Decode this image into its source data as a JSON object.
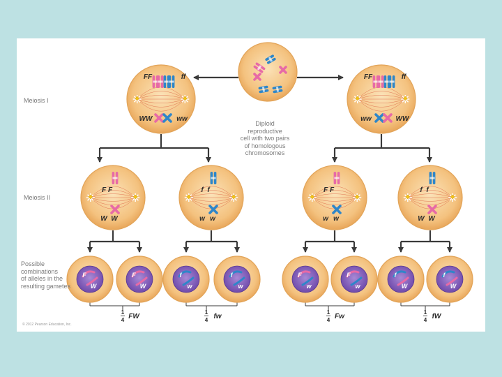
{
  "stage_labels": {
    "meiosis1": "Meiosis I",
    "meiosis2": "Meiosis II",
    "gametes": "Possible\ncombinations\nof alleles in the\nresulting gametes"
  },
  "parent_caption": "Diploid reproductive\ncell with two pairs\nof homologous\nchromosomes",
  "copyright": "© 2012 Pearson Education, Inc.",
  "meiosis1_left": {
    "top_left": "FF",
    "top_right": "ff",
    "bottom_left": "WW",
    "bottom_right": "ww"
  },
  "meiosis1_right": {
    "top_left": "FF",
    "top_right": "ff",
    "bottom_left": "ww",
    "bottom_right": "WW"
  },
  "meiosis2_cells": [
    {
      "top_left": "F",
      "top_right": "F",
      "bottom_left": "W",
      "bottom_right": "W"
    },
    {
      "top_left": "f",
      "top_right": "f",
      "bottom_left": "w",
      "bottom_right": "w"
    },
    {
      "top_left": "F",
      "top_right": "F",
      "bottom_left": "w",
      "bottom_right": "w"
    },
    {
      "top_left": "f",
      "top_right": "f",
      "bottom_left": "W",
      "bottom_right": "W"
    }
  ],
  "gametes": [
    {
      "top": "F",
      "bottom": "W"
    },
    {
      "top": "F",
      "bottom": "W"
    },
    {
      "top": "f",
      "bottom": "w"
    },
    {
      "top": "f",
      "bottom": "w"
    },
    {
      "top": "F",
      "bottom": "w"
    },
    {
      "top": "F",
      "bottom": "w"
    },
    {
      "top": "f",
      "bottom": "W"
    },
    {
      "top": "f",
      "bottom": "W"
    }
  ],
  "fractions": [
    {
      "num": "1",
      "den": "4",
      "genotype": "FW"
    },
    {
      "num": "1",
      "den": "4",
      "genotype": "fw"
    },
    {
      "num": "1",
      "den": "4",
      "genotype": "Fw"
    },
    {
      "num": "1",
      "den": "4",
      "genotype": "fW"
    }
  ],
  "colors": {
    "background": "#bde1e3",
    "cell_fill": "#f6c889",
    "pink_chromosome": "#e76aa6",
    "blue_chromosome": "#2e86c9",
    "gamete_nucleus": "#7b56b3",
    "arrow": "#3a3a3a"
  }
}
